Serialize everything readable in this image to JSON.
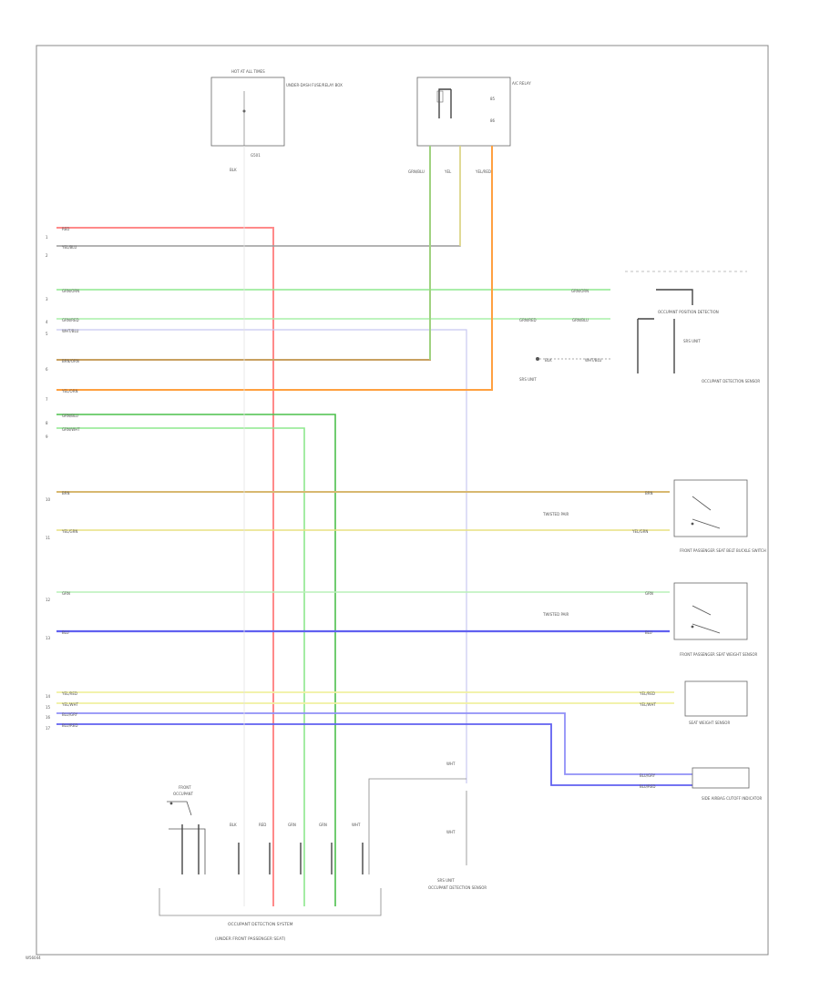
{
  "diagram": {
    "colors": {
      "red": "#ff8a8a",
      "gray": "#9a9a9a",
      "green": "#8ee88e",
      "light_green": "#a8f0a8",
      "brown": "#c8a060",
      "orange": "#ffa040",
      "dark_green": "#4cc04c",
      "tan": "#d8b870",
      "yellow": "#e8e080",
      "pale_green": "#b8f0b8",
      "blue": "#6060f0",
      "light_blue": "#9090f8",
      "pale_yellow": "#f0f0a0",
      "lavender": "#c8c8f0"
    },
    "labels": {
      "fuse_box_title": "HOT AT ALL TIMES",
      "fuse_box_text": "UNDER-DASH FUSE/RELAY BOX",
      "relay_title": "A/C RELAY",
      "pin_left_1": "RED",
      "pin_left_2": "YEL/BLU",
      "pin_left_3": "GRN/ORN",
      "pin_left_4": "GRN/RED",
      "pin_left_5": "WHT/BLU",
      "pin_left_6": "BRN/ORN",
      "pin_left_7": "YEL/ORN",
      "pin_left_8": "GRN/BLU",
      "pin_left_9": "GRN/WHT",
      "pin_left_10": "BRN",
      "pin_left_11": "YEL/GRN",
      "pin_left_12": "GRN",
      "pin_left_13": "BLU",
      "pin_left_14": "YEL/RED",
      "pin_left_15": "YEL/WHT",
      "pin_left_16": "BLU/GRY",
      "pin_left_17": "BLU/RED",
      "sensor_right_1": "OCCUPANT POSITION DETECTION",
      "sensor_right_2": "SRS UNIT",
      "switch_front_right": "FRONT PASSENGER SEAT BELT BUCKLE SWITCH",
      "switch_front_left": "FRONT PASSENGER SEAT WEIGHT SENSOR",
      "weight_sensor": "SEAT WEIGHT SENSOR",
      "side_airbag": "SIDE AIRBAG CUTOFF INDICATOR",
      "bottom_title": "OCCUPANT DETECTION SYSTEM",
      "bottom_sub": "(UNDER FRONT PASSENGER SEAT)",
      "ground_label": "G501",
      "mid_label": "SRS UNIT",
      "twisted_1": "TWISTED PAIR",
      "twisted_2": "TWISTED PAIR",
      "footer_left": "W56044",
      "occupant_ctrl": "OCCUPANT DETECTION SENSOR"
    }
  }
}
